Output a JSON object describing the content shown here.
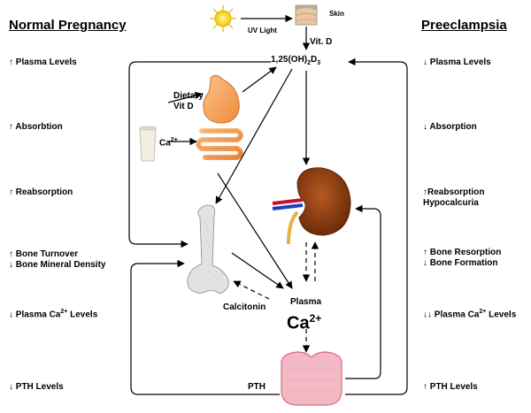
{
  "headers": {
    "left": "Normal Pregnancy",
    "right": "Preeclampsia"
  },
  "left_column": {
    "plasma_levels": "↑ Plasma  Levels",
    "absorbtion": "↑ Absorbtion",
    "reabsorption": "↑ Reabsorption",
    "bone_turnover": "↑ Bone Turnover",
    "bone_mineral_density": "↓ Bone Mineral Density",
    "plasma_ca_prefix": "↓ Plasma Ca",
    "plasma_ca_sup": "2+",
    "plasma_ca_suffix": " Levels",
    "pth_levels": "↓ PTH Levels"
  },
  "right_column": {
    "plasma_levels": "↓ Plasma  Levels",
    "absorption": "↓ Absorption",
    "reabsorption": "↑Reabsorption",
    "hypocalcuria": "Hypocalcuria",
    "bone_resorption": "↑ Bone Resorption",
    "bone_formation": "↓ Bone Formation",
    "plasma_ca_prefix": "↓↓ Plasma Ca",
    "plasma_ca_sup": "2+",
    "plasma_ca_suffix": " Levels",
    "pth_levels": "↑ PTH Levels"
  },
  "center": {
    "skin": "Skin",
    "uv_light": "UV Light",
    "vit_d": "Vit. D",
    "calcitriol": "1,25(OH)",
    "calcitriol_sub1": "2",
    "calcitriol_d": "D",
    "calcitriol_sub2": "3",
    "dietary": "Dietary",
    "vit_d_short": "Vit D",
    "ca_prefix": "Ca",
    "ca_sup": "2+",
    "plasma": "Plasma",
    "plasma_ca_big": "Ca",
    "plasma_ca_big_sup": "2+",
    "calcitonin": "Calcitonin",
    "pth": "PTH"
  },
  "colors": {
    "sun": "#f5e100",
    "intestine": "#f6a45a",
    "kidney": "#8a3a10",
    "thyroid": "#f2b8c4",
    "bone": "#e2e2e2"
  }
}
